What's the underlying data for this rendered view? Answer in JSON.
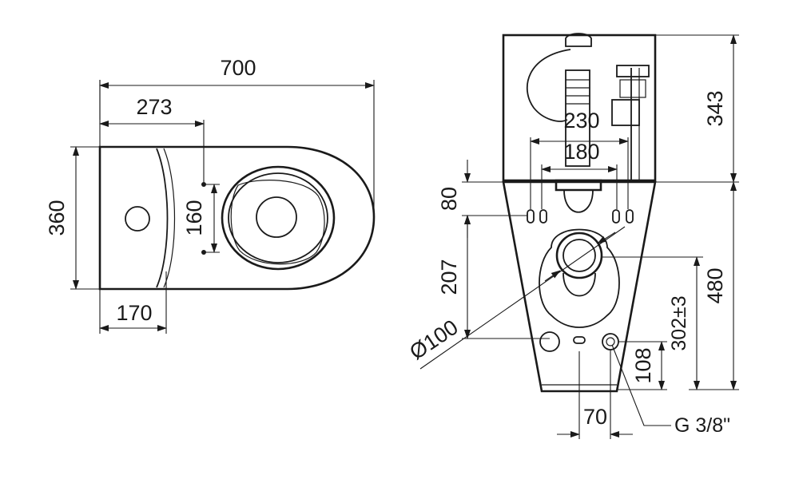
{
  "top_view": {
    "overall_length": "700",
    "hole_distance": "273",
    "width": "360",
    "hole_spacing": "160",
    "tank_depth": "170"
  },
  "front_view": {
    "tank_height": "343",
    "flush_width_outer": "230",
    "flush_width_inner": "180",
    "bracket_height": "80",
    "outlet_height": "207",
    "outlet_diameter": "Ø100",
    "outlet_axis_height": "302±3",
    "bowl_height": "480",
    "inlet_height": "108",
    "inlet_offset": "70",
    "inlet_thread": "G 3/8\""
  }
}
